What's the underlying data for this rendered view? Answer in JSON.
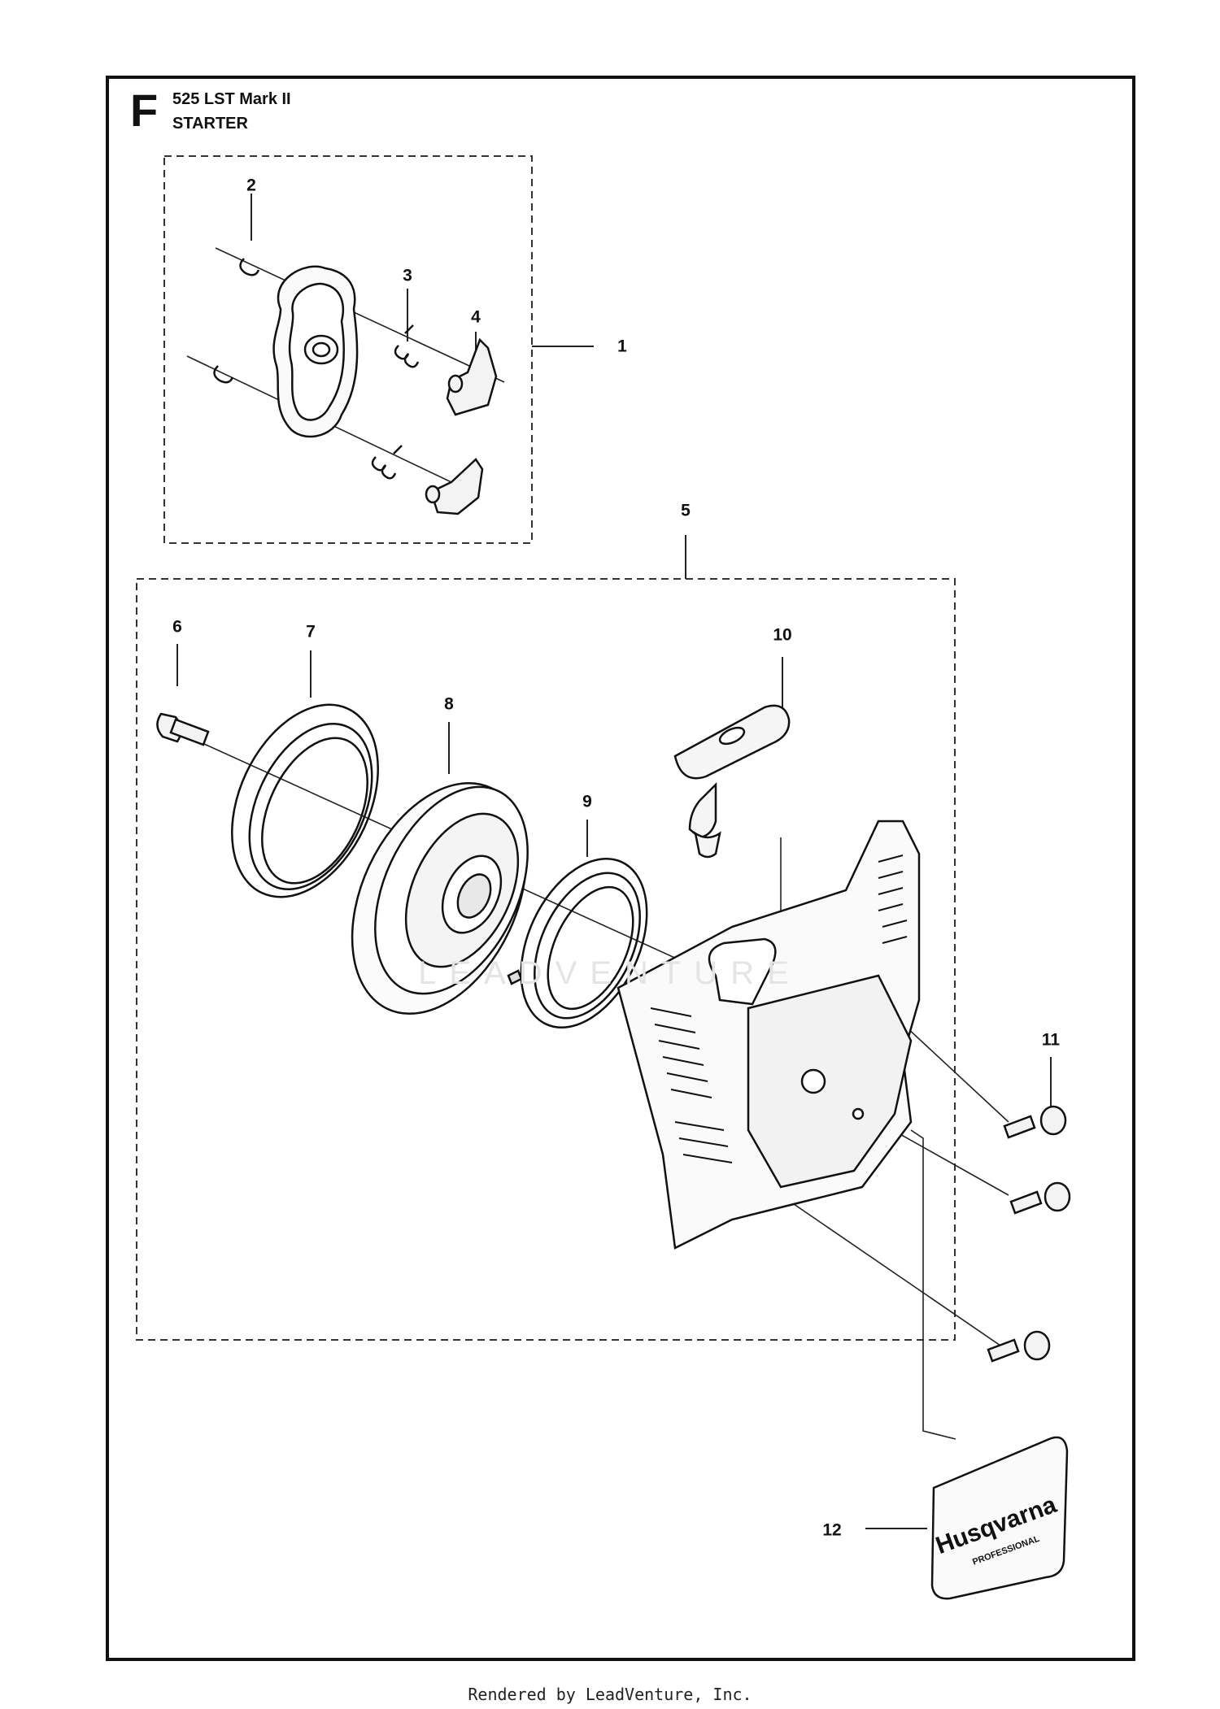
{
  "header": {
    "section": "F",
    "model": "525 LST Mark II",
    "subtitle": "STARTER"
  },
  "callouts": [
    {
      "id": "1",
      "label": "1"
    },
    {
      "id": "2",
      "label": "2"
    },
    {
      "id": "3",
      "label": "3"
    },
    {
      "id": "4",
      "label": "4"
    },
    {
      "id": "5",
      "label": "5"
    },
    {
      "id": "6",
      "label": "6"
    },
    {
      "id": "7",
      "label": "7"
    },
    {
      "id": "8",
      "label": "8"
    },
    {
      "id": "9",
      "label": "9"
    },
    {
      "id": "10",
      "label": "10"
    },
    {
      "id": "11",
      "label": "11"
    },
    {
      "id": "12",
      "label": "12"
    }
  ],
  "decal": {
    "brand": "Husqvarna",
    "tagline": "PROFESSIONAL"
  },
  "watermark": {
    "text": "LEADVENTURE"
  },
  "footer": {
    "text": "Rendered by LeadVenture, Inc."
  }
}
